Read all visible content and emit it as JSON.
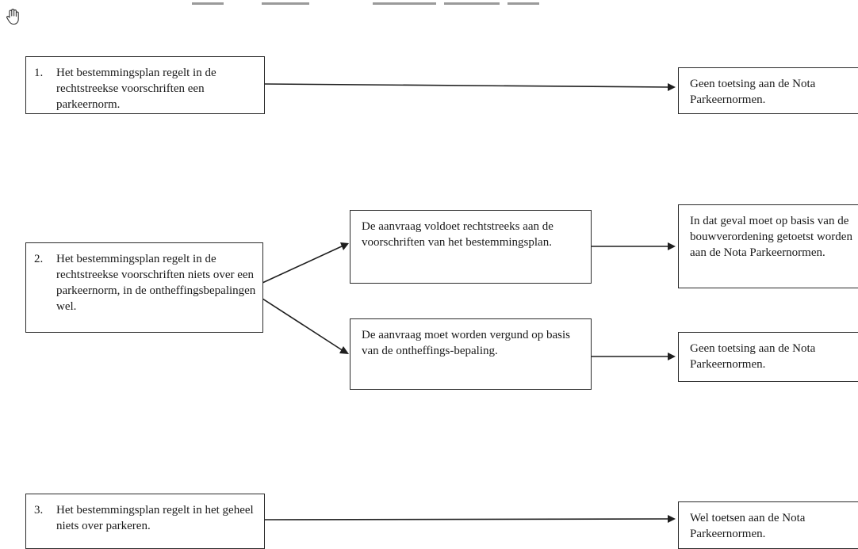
{
  "nodes": {
    "q1": {
      "number": "1.",
      "text": "Het bestemmingsplan regelt in de rechtstreekse voorschriften een parkeernorm."
    },
    "q2": {
      "number": "2.",
      "text": "Het bestemmingsplan regelt in de rechtstreekse voorschriften niets over een parkeernorm, in de ontheffingsbepalingen wel."
    },
    "q3": {
      "number": "3.",
      "text": "Het bestemmingsplan regelt in het geheel niets over parkeren."
    },
    "mid_a": {
      "text": "De aanvraag voldoet rechtstreeks aan de voorschriften van het bestemmingsplan."
    },
    "mid_b": {
      "text": "De aanvraag moet worden vergund op basis van de ontheffings-bepaling."
    },
    "out1": {
      "text": "Geen toetsing aan de  Nota Parkeernormen."
    },
    "out2a": {
      "text": "In dat geval moet op basis van de bouwverordening getoetst worden aan de Nota Parkeernormen."
    },
    "out2b": {
      "text": "Geen toetsing aan de  Nota Parkeernormen."
    },
    "out3": {
      "text": "Wel toetsen aan de  Nota Parkeernormen."
    }
  },
  "icons": {
    "hand": "hand-cursor-icon"
  },
  "colors": {
    "line": "#1f1f1f",
    "border": "#2a2a2a",
    "text": "#1a1a1a",
    "background": "#ffffff"
  }
}
